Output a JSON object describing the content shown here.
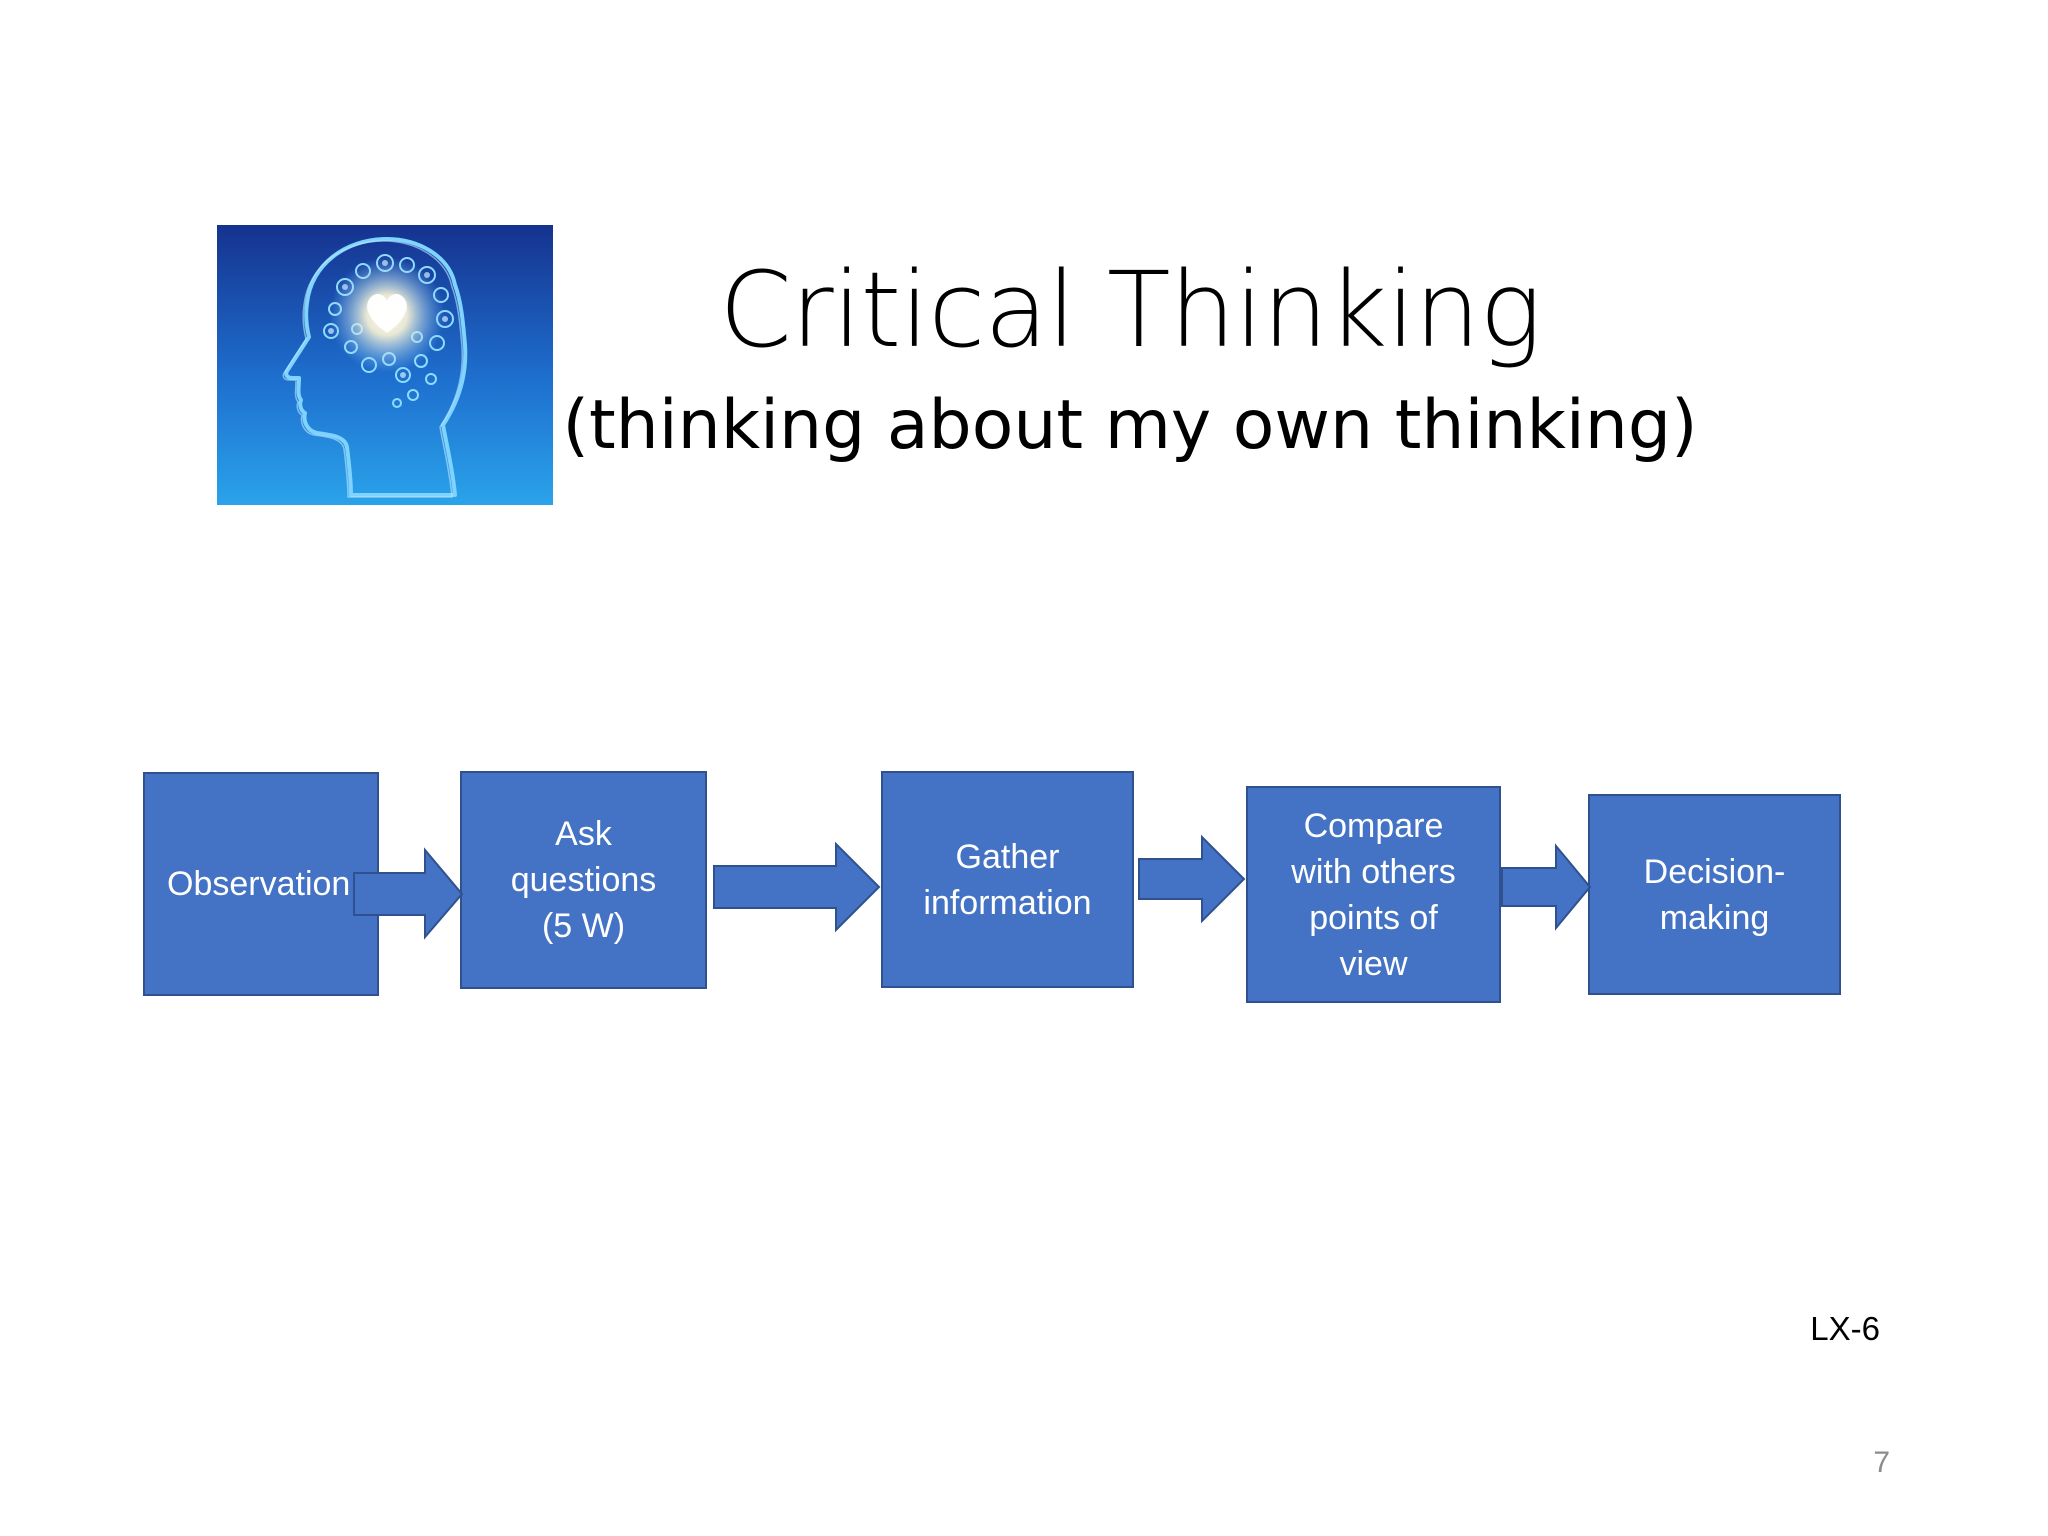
{
  "slide": {
    "title": "Critical Thinking",
    "subtitle": "(thinking about my own thinking)",
    "image": "brain-head-profile-illustration",
    "code_label": "LX-6",
    "page_number": "7"
  },
  "flowchart": {
    "steps": [
      {
        "id": "observation",
        "label": "Observation"
      },
      {
        "id": "ask-questions",
        "label": "Ask\nquestions\n(5 W)"
      },
      {
        "id": "gather-information",
        "label": "Gather\ninformation"
      },
      {
        "id": "compare-views",
        "label": "Compare\nwith others\npoints of\nview"
      },
      {
        "id": "decision-making",
        "label": "Decision-\nmaking"
      }
    ],
    "colors": {
      "box_fill": "#4472C4",
      "box_border": "#2F528F",
      "text": "#ffffff"
    }
  }
}
